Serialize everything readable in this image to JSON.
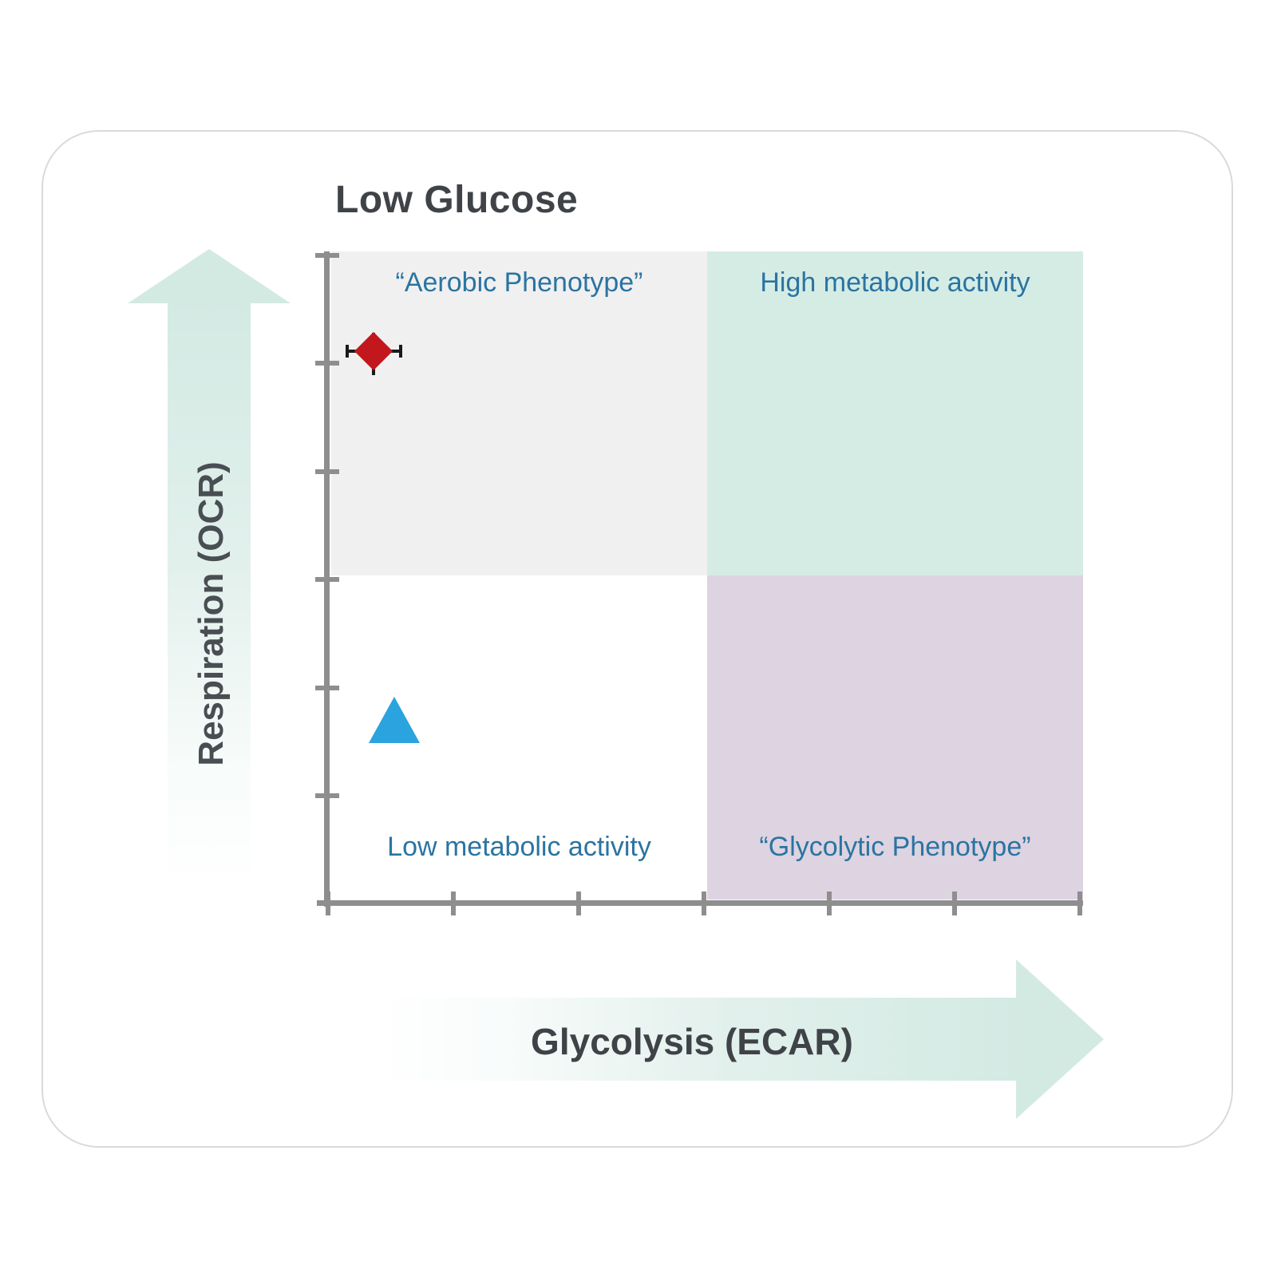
{
  "figure": {
    "title": "Low Glucose",
    "x_axis_label": "Glycolysis (ECAR)",
    "y_axis_label": "Respiration (OCR)",
    "quadrant_labels": {
      "top_left": "“Aerobic Phenotype”",
      "top_right": "High metabolic activity",
      "bottom_left": "Low metabolic activity",
      "bottom_right": "“Glycolytic Phenotype”"
    }
  },
  "chart_data": {
    "type": "scatter",
    "title": "Low Glucose",
    "xlabel": "Glycolysis (ECAR)",
    "ylabel": "Respiration (OCR)",
    "axis_notes": "No numeric tick labels shown; both axes drawn as gray lines with 7 evenly spaced unlabeled ticks; values below given in tick units 0–6",
    "xlim": [
      0,
      6
    ],
    "ylim": [
      0,
      6
    ],
    "grid": false,
    "legend": "none",
    "quadrants": [
      {
        "position": "top-left",
        "label": "“Aerobic Phenotype”",
        "background": "#f0f0f1"
      },
      {
        "position": "top-right",
        "label": "High metabolic activity",
        "background": "#d5ece5"
      },
      {
        "position": "bottom-left",
        "label": "Low metabolic activity",
        "background": "#ffffff"
      },
      {
        "position": "bottom-right",
        "label": "“Glycolytic Phenotype”",
        "background": "#ddd3e1"
      }
    ],
    "quadrant_split": {
      "x": 3,
      "y": 3
    },
    "series": [
      {
        "name": "aerobic-phenotype-point",
        "marker": "diamond",
        "color": "#c2171d",
        "points": [
          {
            "x": 0.34,
            "y": 5.1,
            "x_error": 0.21,
            "y_error": 0.19
          }
        ]
      },
      {
        "name": "low-metabolic-point",
        "marker": "triangle-up",
        "color": "#2aa3de",
        "points": [
          {
            "x": 0.5,
            "y": 1.7
          }
        ]
      }
    ]
  },
  "colors": {
    "title_text": "#3f4347",
    "quadrant_label_text": "#2b74a1",
    "axis_gray": "#8e8e8e",
    "card_border": "#dadada",
    "arrow_mint": "#d3eae3",
    "diamond_red": "#c2171d",
    "triangle_blue": "#2aa3de",
    "error_bar_black": "#1a1a1a"
  }
}
